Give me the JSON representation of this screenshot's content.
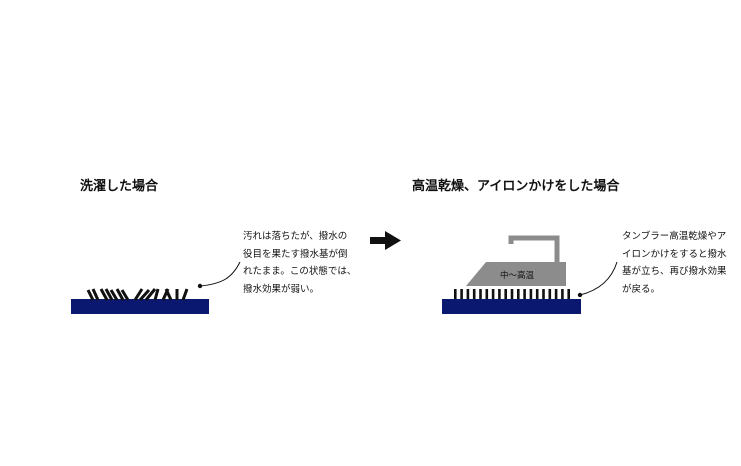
{
  "left_panel": {
    "title": "洗濯した場合",
    "caption": "汚れは落ちたが、撥水の\n役目を果たす撥水基が倒\nれたまま。この状態では、\n撥水効果が弱い。"
  },
  "arrow_icon": "right-arrow-icon",
  "right_panel": {
    "title": "高温乾燥、アイロンかけをした場合",
    "caption": "タンブラー高温乾燥やア\nイロンかけをすると撥水\n基が立ち、再び撥水効果\nが戻る。",
    "iron_label": "中～高温"
  },
  "colors": {
    "fabric": "#0b1870",
    "fibers": "#111111",
    "iron": "#8c8c8c"
  }
}
